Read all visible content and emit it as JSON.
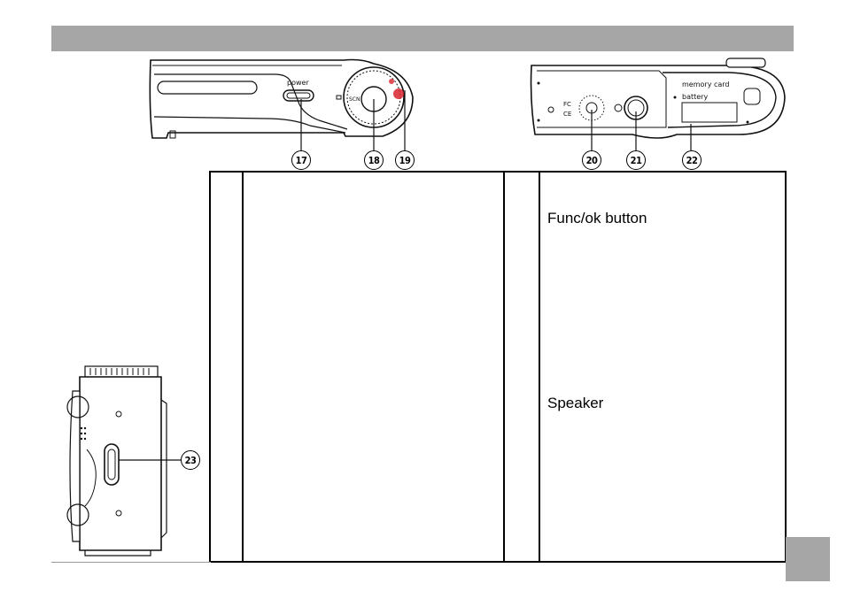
{
  "figures": {
    "top_view": {
      "power_label": "power"
    },
    "bottom_view": {
      "cover_label_1": "memory card",
      "cover_label_2": "battery",
      "fcc_mark": "FC",
      "ce_mark": "CE"
    }
  },
  "callouts": {
    "c17": "17",
    "c18": "18",
    "c19": "19",
    "c20": "20",
    "c21": "21",
    "c22": "22",
    "c23": "23"
  },
  "table": {
    "right_col_items": [
      "Func/ok button",
      "Speaker"
    ]
  },
  "colors": {
    "header_bar": "#a6a6a6",
    "page_tab": "#a6a6a6",
    "accent_red": "#d9232d"
  }
}
